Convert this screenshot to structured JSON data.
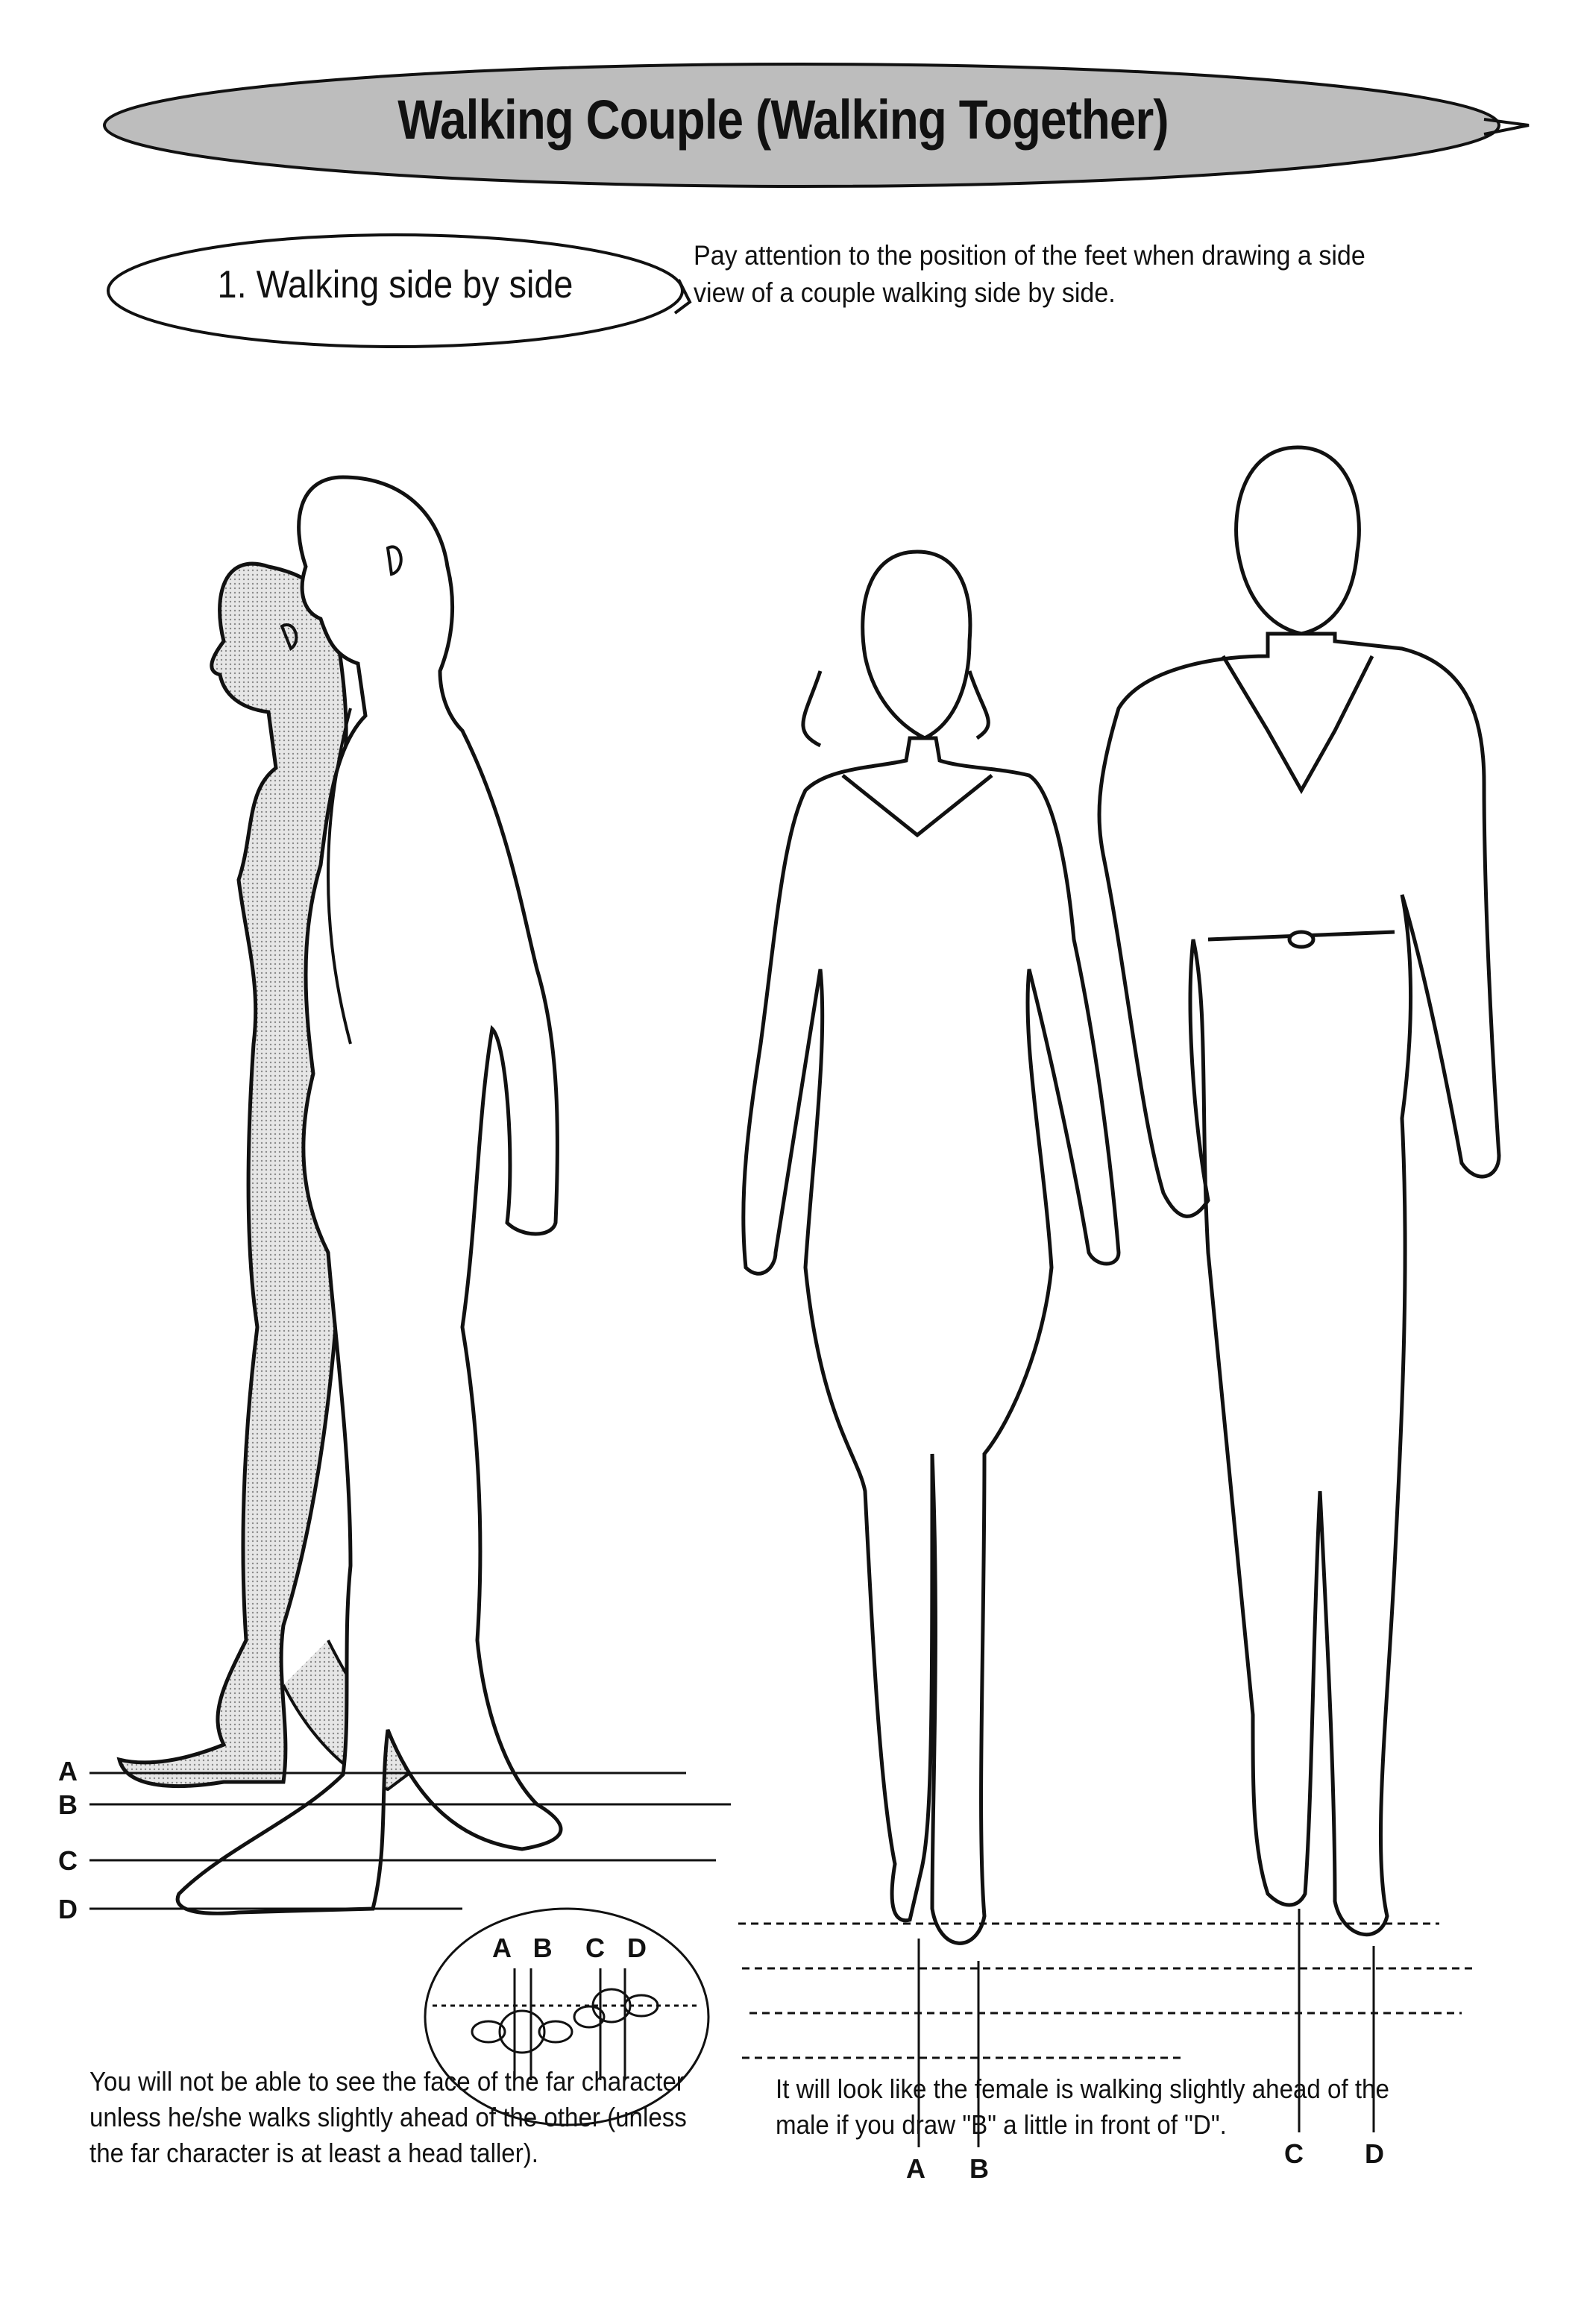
{
  "page": {
    "title": "Walking Couple (Walking Together)",
    "section_heading": "1. Walking side by side",
    "intro_text": "Pay attention to the position of the feet when drawing a side view of a couple walking side by side.",
    "caption_left": "You will not be able to see the face of the far character unless he/she walks slightly ahead of the other (unless the far character is at least a head taller).",
    "caption_right": "It will look like the female is walking slightly ahead of the male if you draw \"B\" a little in front of \"D\"."
  },
  "side_view_labels": [
    "A",
    "B",
    "C",
    "D"
  ],
  "inset_labels": {
    "ab": "A B",
    "cd": "C D"
  },
  "front_view_labels": [
    "A",
    "B",
    "C",
    "D"
  ],
  "colors": {
    "ink": "#111111",
    "banner_fill": "#bdbdbd",
    "shade": "#cfcfcf"
  }
}
